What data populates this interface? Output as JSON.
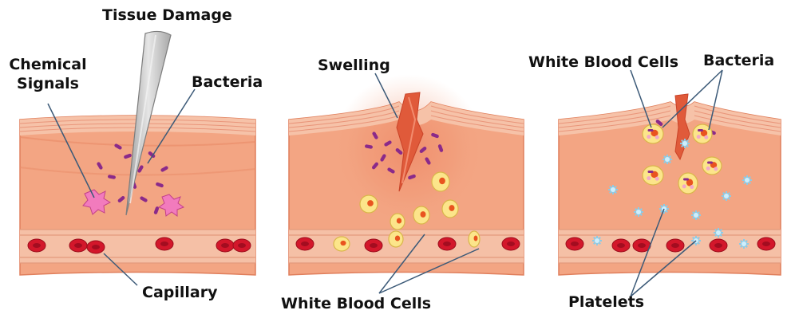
{
  "panels": [
    {
      "id": "injury",
      "labels": {
        "tissue_damage": "Tissue Damage",
        "chemical_signals_line1": "Chemical",
        "chemical_signals_line2": "Signals",
        "bacteria": "Bacteria",
        "capillary": "Capillary"
      }
    },
    {
      "id": "swelling",
      "labels": {
        "swelling": "Swelling",
        "white_blood_cells": "White Blood Cells"
      }
    },
    {
      "id": "healing",
      "labels": {
        "white_blood_cells": "White Blood Cells",
        "bacteria": "Bacteria",
        "platelets": "Platelets"
      }
    }
  ],
  "colors": {
    "skin_surface": "#f6c2a8",
    "dermis": "#f3a583",
    "tissue_stripe": "#e88f6c",
    "capillary_wall": "#f7b8a3",
    "red_blood_cell": "#d3172b",
    "white_blood_cell": "#fce58a",
    "bacteria": "#8a2a8a",
    "chemical_signal": "#f27bbd",
    "platelet": "#cfeefc",
    "wound": "#e05a3a",
    "needle": "#c9c9c9"
  }
}
